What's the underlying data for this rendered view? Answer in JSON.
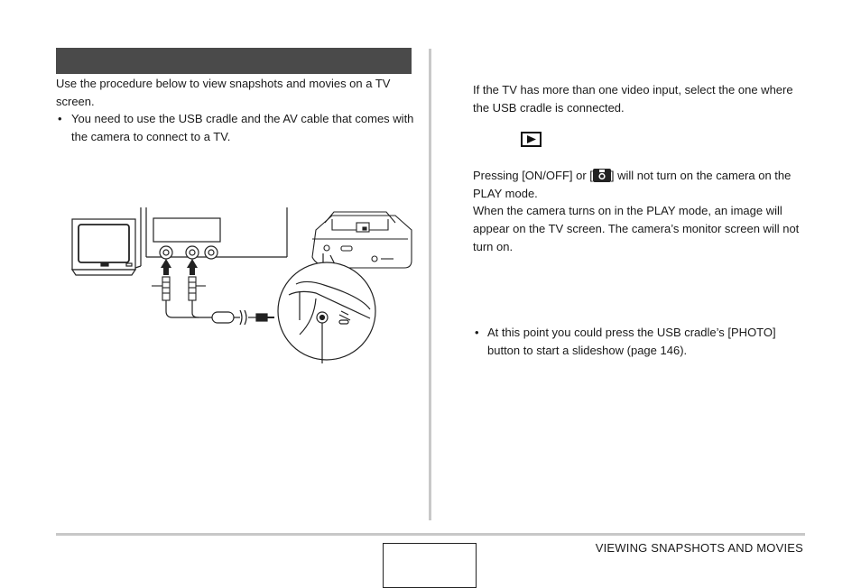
{
  "left_column": {
    "intro": "Use the procedure below to view snapshots and movies on a TV screen.",
    "bullet_1": "You need to use the USB cradle and the AV cable that comes with the camera to connect to a TV."
  },
  "right_column": {
    "para_1": "If the TV has more than one video input, select the one where the USB cradle is connected.",
    "para_2_pre": "Pressing [ON/OFF] or [",
    "para_2_post": "] will not turn on the camera on the PLAY mode.",
    "para_3": "When the camera turns on in the PLAY mode, an image will appear on the TV screen. The camera’s monitor screen will not turn on.",
    "bullet_1": "At this point you could press the USB cradle’s [PHOTO] button to start a slideshow (page 146)."
  },
  "icons": {
    "play": "play-mode-icon",
    "camera": "camera-icon"
  },
  "footer": {
    "section_title": "VIEWING SNAPSHOTS AND MOVIES",
    "page_number": ""
  },
  "colors": {
    "section_bar": "#4a4a4a",
    "rule": "#c8c8c8",
    "text": "#1a1a1a"
  }
}
